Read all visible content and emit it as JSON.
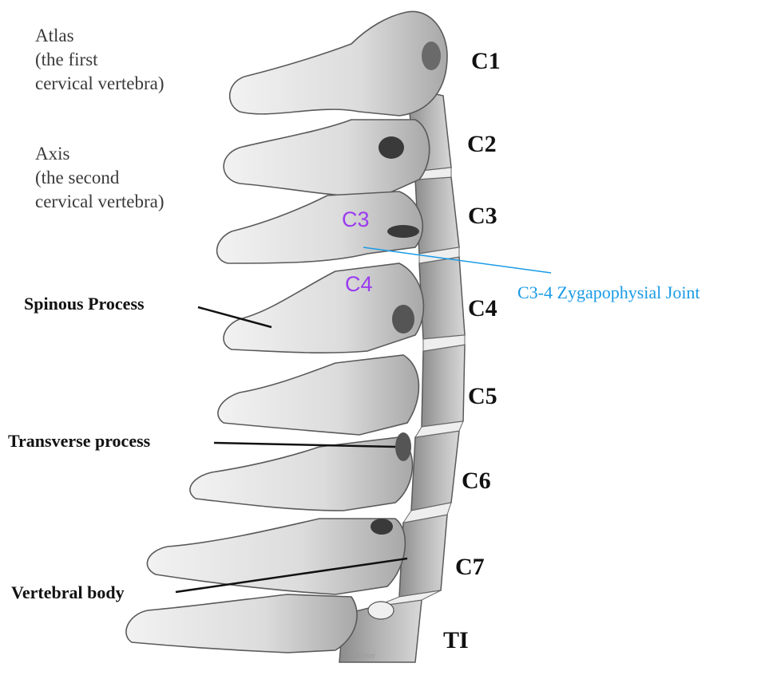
{
  "labels": {
    "atlas": [
      "Atlas",
      "(the first",
      "cervical vertebra)"
    ],
    "axis": [
      "Axis",
      "(the second",
      "cervical vertebra)"
    ],
    "spinous": "Spinous Process",
    "transverse": "Transverse process",
    "body": "Vertebral body",
    "joint": "C3-4 Zygapophysial Joint",
    "in_image": {
      "c3": "C3",
      "c4": "C4"
    }
  },
  "levels": [
    "C1",
    "C2",
    "C3",
    "C4",
    "C5",
    "C6",
    "C7",
    "TI"
  ],
  "signature": "F.Netter",
  "colors": {
    "bone": "#e4e4e4",
    "bone_shadow": "#9a9a9a",
    "disc": "#c9c9c9",
    "outline": "#5a5a5a",
    "purple": "#9b3cf0",
    "blue": "#1a9be6"
  }
}
